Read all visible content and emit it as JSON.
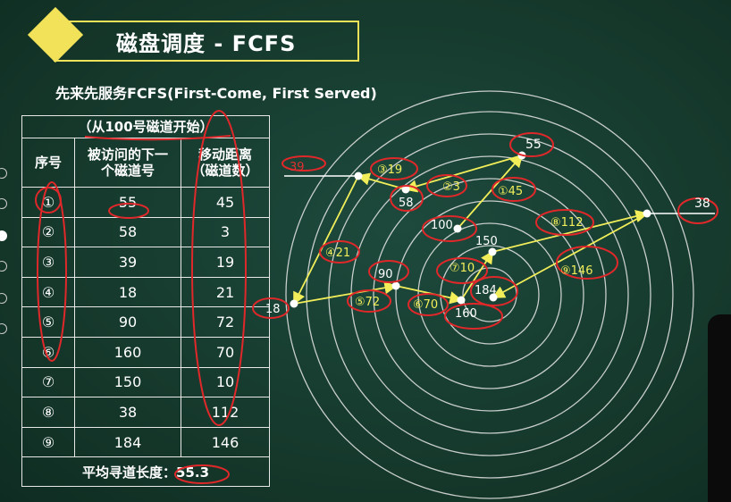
{
  "header": {
    "title": "磁盘调度 - FCFS",
    "subtitle": "先来先服务FCFS(First-Come, First Served)"
  },
  "table": {
    "caption": "（从100号磁道开始）",
    "col_seq": "序号",
    "col_next": "被访问的下一个磁道号",
    "col_dist": "移动距离（磁道数）",
    "rows": [
      {
        "seq": "①",
        "track": "55",
        "dist": "45"
      },
      {
        "seq": "②",
        "track": "58",
        "dist": "3"
      },
      {
        "seq": "③",
        "track": "39",
        "dist": "19"
      },
      {
        "seq": "④",
        "track": "18",
        "dist": "21"
      },
      {
        "seq": "⑤",
        "track": "90",
        "dist": "72"
      },
      {
        "seq": "⑥",
        "track": "160",
        "dist": "70"
      },
      {
        "seq": "⑦",
        "track": "150",
        "dist": "10"
      },
      {
        "seq": "⑧",
        "track": "38",
        "dist": "112"
      },
      {
        "seq": "⑨",
        "track": "184",
        "dist": "146"
      }
    ],
    "avg_label": "平均寻道长度：",
    "avg_value": "55.3"
  },
  "diagram": {
    "track_labels": {
      "t55": "55",
      "t58": "58",
      "t39": "39",
      "t100": "100",
      "t150": "150",
      "t90": "90",
      "t18": "18",
      "t184": "184",
      "t160": "160",
      "t38": "38"
    },
    "step_labels": {
      "s1": "①45",
      "s2": "②3",
      "s3": "③19",
      "s4": "④21",
      "s5": "⑤72",
      "s6": "⑥70",
      "s7": "⑦10",
      "s8": "⑧112",
      "s9": "⑨146"
    },
    "colors": {
      "arrow": "#f2ee5a",
      "ring": "#e6e6e6",
      "annotation": "#e0282a",
      "title_accent": "#f2e25a"
    }
  }
}
